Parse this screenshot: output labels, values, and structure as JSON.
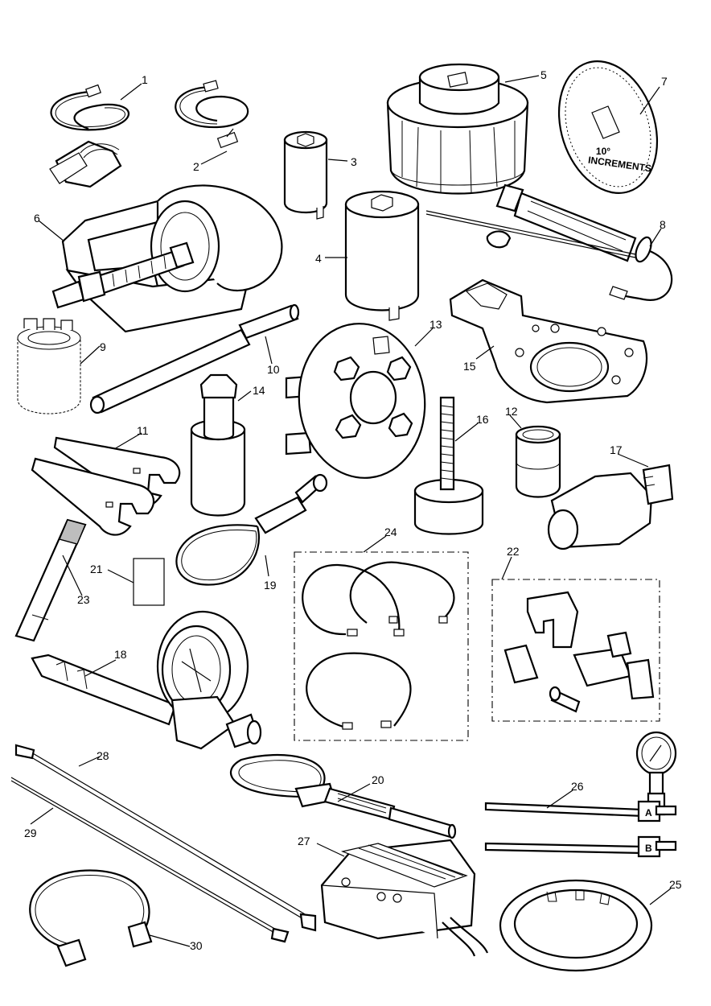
{
  "dial_text": [
    "10°",
    "INCREMENTS"
  ],
  "port_letters": [
    "A",
    "B"
  ],
  "callouts": [
    {
      "id": "c1",
      "text": "1"
    },
    {
      "id": "c2",
      "text": "2"
    },
    {
      "id": "c3",
      "text": "3"
    },
    {
      "id": "c4",
      "text": "4"
    },
    {
      "id": "c5",
      "text": "5"
    },
    {
      "id": "c6",
      "text": "6"
    },
    {
      "id": "c7",
      "text": "7"
    },
    {
      "id": "c8",
      "text": "8"
    },
    {
      "id": "c9",
      "text": "9"
    },
    {
      "id": "c10",
      "text": "10"
    },
    {
      "id": "c11",
      "text": "11"
    },
    {
      "id": "c12",
      "text": "12"
    },
    {
      "id": "c13",
      "text": "13"
    },
    {
      "id": "c14",
      "text": "14"
    },
    {
      "id": "c15",
      "text": "15"
    },
    {
      "id": "c16",
      "text": "16"
    },
    {
      "id": "c17",
      "text": "17"
    },
    {
      "id": "c18",
      "text": "18"
    },
    {
      "id": "c19",
      "text": "19"
    },
    {
      "id": "c20",
      "text": "20"
    },
    {
      "id": "c21",
      "text": "21"
    },
    {
      "id": "c22",
      "text": "22"
    },
    {
      "id": "c23",
      "text": "23"
    },
    {
      "id": "c24",
      "text": "24"
    },
    {
      "id": "c25",
      "text": "25"
    },
    {
      "id": "c26",
      "text": "26"
    },
    {
      "id": "c27",
      "text": "27"
    },
    {
      "id": "c28",
      "text": "28"
    },
    {
      "id": "c29",
      "text": "29"
    },
    {
      "id": "c30",
      "text": "30"
    }
  ]
}
